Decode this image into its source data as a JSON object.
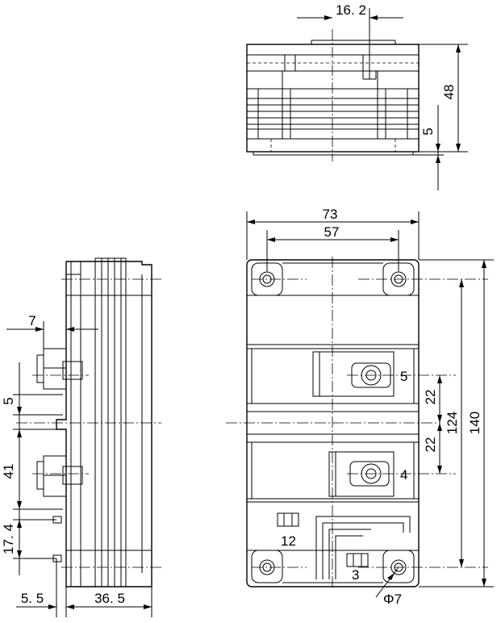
{
  "drawing": {
    "top_view": {
      "dims": {
        "width": "16. 2",
        "height": "48",
        "step": "5"
      }
    },
    "front_view": {
      "dims": {
        "overall_width": "73",
        "hole_pitch_x": "57",
        "overall_length": "140",
        "hole_pitch_y": "124",
        "terminal_pitch_upper": "22",
        "terminal_pitch_lower": "22",
        "mount_hole": "Φ7"
      },
      "terminal_labels": {
        "t5": "5",
        "t4": "4",
        "t12": "12",
        "t3": "3"
      }
    },
    "side_view": {
      "dims": {
        "offset_top": "7",
        "gap": "5",
        "pitch": "41",
        "pin_spacing": "17. 4",
        "pin_offset": "5. 5",
        "depth": "36. 5"
      }
    }
  }
}
